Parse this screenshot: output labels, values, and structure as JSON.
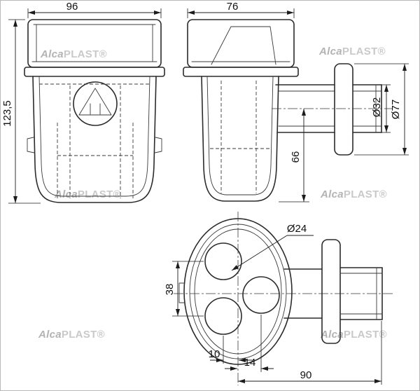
{
  "watermark": {
    "bold": "Alca",
    "light": "PLAST®"
  },
  "dims": {
    "front_width": "96",
    "front_height": "123,5",
    "side_width": "76",
    "side_center_height": "66",
    "pipe_od": "Ø32",
    "flange_od": "Ø77",
    "hole_d": "Ø24",
    "hole_pitch": "38",
    "offset_left": "10",
    "offset_right": "14",
    "length_total": "90"
  }
}
